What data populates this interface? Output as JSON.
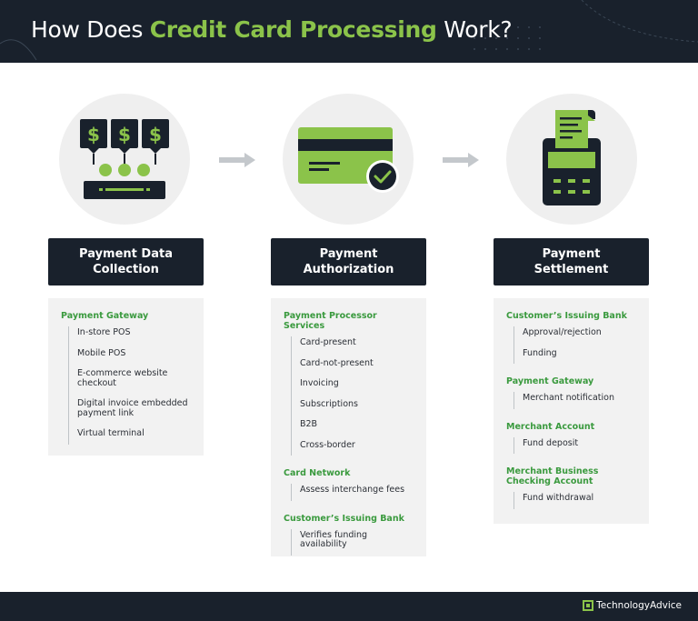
{
  "header": {
    "title_pre": "How Does ",
    "title_highlight": "Credit Card Processing",
    "title_post": " Work?"
  },
  "colors": {
    "navy": "#19212c",
    "green": "#8bc34a",
    "green_text": "#3a9a3e",
    "panel_bg": "#f2f2f2",
    "circle_bg": "#efefef",
    "arrow": "#c4c8cc"
  },
  "stages": [
    {
      "title": "Payment Data Collection",
      "icon": "dollar-tags-terminal-icon",
      "groups": [
        {
          "title": "Payment Gateway",
          "items": [
            "In-store POS",
            "Mobile POS",
            "E-commerce website checkout",
            "Digital invoice embedded payment link",
            "Virtual terminal"
          ]
        }
      ]
    },
    {
      "title": "Payment Authorization",
      "icon": "credit-card-check-icon",
      "groups": [
        {
          "title": "Payment Processor Services",
          "items": [
            "Card-present",
            "Card-not-present",
            "Invoicing",
            "Subscriptions",
            "B2B",
            "Cross-border"
          ]
        },
        {
          "title": "Card Network",
          "items": [
            "Assess interchange fees"
          ]
        },
        {
          "title": "Customer’s Issuing Bank",
          "items": [
            "Verifies funding availability"
          ]
        }
      ]
    },
    {
      "title": "Payment Settlement",
      "icon": "card-terminal-receipt-icon",
      "groups": [
        {
          "title": "Customer’s Issuing Bank",
          "items": [
            "Approval/rejection",
            "Funding"
          ]
        },
        {
          "title": "Payment Gateway",
          "items": [
            "Merchant notification"
          ]
        },
        {
          "title": "Merchant Account",
          "items": [
            "Fund deposit"
          ]
        },
        {
          "title": "Merchant Business Checking Account",
          "items": [
            "Fund withdrawal"
          ]
        }
      ]
    }
  ],
  "footer": {
    "brand": "TechnologyAdvice",
    "brand_icon": "technologyadvice-logo-icon"
  }
}
